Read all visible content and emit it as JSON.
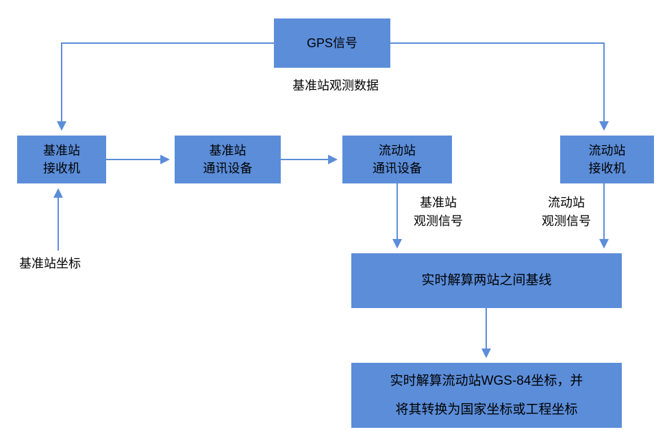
{
  "colors": {
    "accent": "#5B8DD9",
    "text": "#000000",
    "background": "#FFFFFF"
  },
  "nodes": {
    "gps_signal": "GPS信号",
    "base_receiver": {
      "line1": "基准站",
      "line2": "接收机"
    },
    "base_comm": {
      "line1": "基准站",
      "line2": "通讯设备"
    },
    "rover_comm": {
      "line1": "流动站",
      "line2": "通讯设备"
    },
    "rover_receiver": {
      "line1": "流动站",
      "line2": "接收机"
    },
    "baseline_solver": "实时解算两站之间基线",
    "result": {
      "line1": "实时解算流动站WGS-84坐标，并",
      "line2": "将其转换为国家坐标或工程坐标"
    }
  },
  "labels": {
    "base_obs_data": "基准站观测数据",
    "base_obs_signal": {
      "line1": "基准站",
      "line2": "观测信号"
    },
    "rover_obs_signal": {
      "line1": "流动站",
      "line2": "观测信号"
    },
    "base_coords": "基准站坐标"
  }
}
